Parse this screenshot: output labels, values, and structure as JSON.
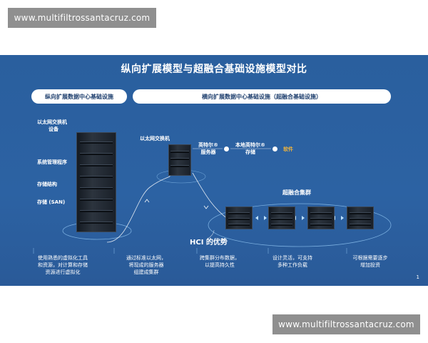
{
  "watermarks": {
    "top": "www.multifiltrossantacruz.com",
    "bottom": "www.multifiltrossantacruz.com"
  },
  "slide": {
    "title": "纵向扩展模型与超融合基础设施模型对比",
    "left_header": "纵向扩展数据中心基础设施",
    "right_header": "横向扩展数据中心基础设施（超融合基础设施）",
    "left_labels": {
      "switch_line1": "以太网交换机",
      "switch_line2": "设备",
      "mgmt": "系统管理程序",
      "storage_struct": "存储结构",
      "san": "存储 (SAN)"
    },
    "right_labels": {
      "switch": "以太网交换机",
      "intel_server_line1": "英特尔®",
      "intel_server_line2": "服务器",
      "intel_storage_line1": "本地英特尔®",
      "intel_storage_line2": "存储",
      "software": "软件",
      "cluster": "超融合集群"
    },
    "hci_title": "HCI 的优势",
    "advantages": [
      {
        "line1": "使用熟悉的虚拟化工具",
        "line2": "和资源，对计算和存储",
        "line3": "资源进行虚拟化"
      },
      {
        "line1": "通过标准以太网，",
        "line2": "将现成的服务器",
        "line3": "组建成集群"
      },
      {
        "line1": "跨集群分布数据，",
        "line2": "以提高持久性",
        "line3": ""
      },
      {
        "line1": "设计灵活，可支持",
        "line2": "多种工作负载",
        "line3": ""
      },
      {
        "line1": "可根据需要逐步",
        "line2": "增加投资",
        "line3": ""
      }
    ],
    "page_number": "1"
  },
  "colors": {
    "slide_bg": "#2c62a3",
    "software_accent": "#f0b43c",
    "pill_text": "#1e3f6e"
  }
}
